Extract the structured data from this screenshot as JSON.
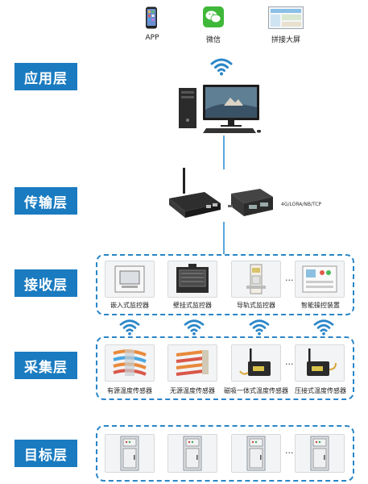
{
  "top_apps": [
    {
      "label": "APP",
      "icon": "phone-icon"
    },
    {
      "label": "微信",
      "icon": "wechat-icon"
    },
    {
      "label": "拼接大屏",
      "icon": "monitor-screen-icon"
    }
  ],
  "layers": {
    "application": "应用层",
    "transmission": "传输层",
    "receiving": "接收层",
    "collection": "采集层",
    "target": "目标层"
  },
  "transmission_note": "4G/LORA/NB/TCP",
  "receiving_devices": [
    {
      "label": "嵌入式监控器",
      "icon": "embedded-monitor-icon"
    },
    {
      "label": "壁挂式监控器",
      "icon": "wall-monitor-icon"
    },
    {
      "label": "导轨式监控器",
      "icon": "rail-monitor-icon"
    },
    {
      "label": "智能操控装置",
      "icon": "smart-control-device-icon"
    }
  ],
  "collection_devices": [
    {
      "label": "有源温度传感器",
      "icon": "active-temp-sensor-icon"
    },
    {
      "label": "无源温度传感器",
      "icon": "passive-temp-sensor-icon"
    },
    {
      "label": "磁吸一体式温度传感器",
      "icon": "magnetic-temp-sensor-icon"
    },
    {
      "label": "压接式温度传感器",
      "icon": "crimp-temp-sensor-icon"
    }
  ],
  "target_devices": [
    {
      "icon": "switchgear-cabinet-icon"
    },
    {
      "icon": "switchgear-cabinet-icon"
    },
    {
      "icon": "switchgear-cabinet-icon"
    },
    {
      "icon": "switchgear-cabinet-icon"
    }
  ],
  "ellipsis": "...",
  "colors": {
    "accent": "#1a7bc0",
    "dash": "#2a86c8",
    "line": "#5aa6dc"
  }
}
